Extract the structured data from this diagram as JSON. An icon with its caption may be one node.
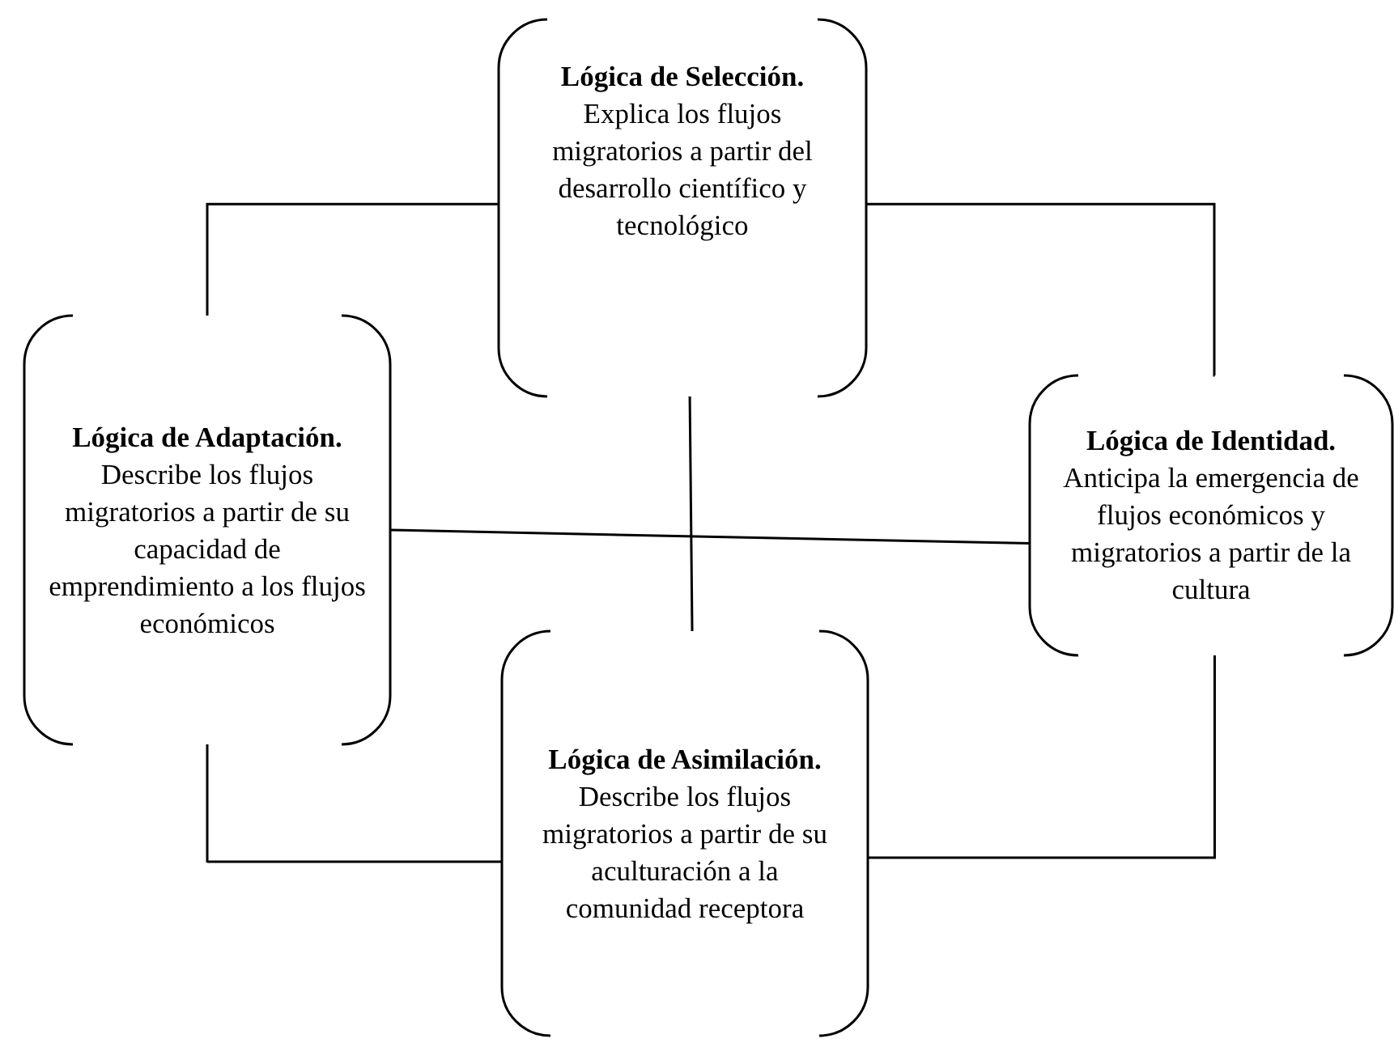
{
  "diagram": {
    "nodes": [
      {
        "text": [
          "**Lógica de Selección.** Explica los flujos migratorios a partir del desarrollo científico y tecnológico"
        ]
      },
      {
        "text": [
          "**Lógica de Adaptación.** Describe los flujos migratorios a partir de su capacidad de emprendimiento a los flujos económicos"
        ]
      },
      {
        "text": [
          "**Lógica de Identidad.** Anticipa la emergencia de flujos económicos y migratorios a partir de la cultura"
        ]
      },
      {
        "text": [
          "**Lógica de Asimilación.** Describe los flujos migratorios a partir de su aculturación a la comunidad receptora"
        ]
      }
    ],
    "edges": [
      {
        "from": 0,
        "to": 1,
        "arrow": "none"
      },
      {
        "from": 0,
        "to": 2,
        "arrow": "none"
      },
      {
        "from": 1,
        "to": 2,
        "arrow": "none"
      },
      {
        "from": 0,
        "to": 3,
        "arrow": "none"
      },
      {
        "from": 1,
        "to": 3,
        "arrow": "none"
      },
      {
        "from": 2,
        "to": 3,
        "arrow": "none"
      }
    ]
  }
}
